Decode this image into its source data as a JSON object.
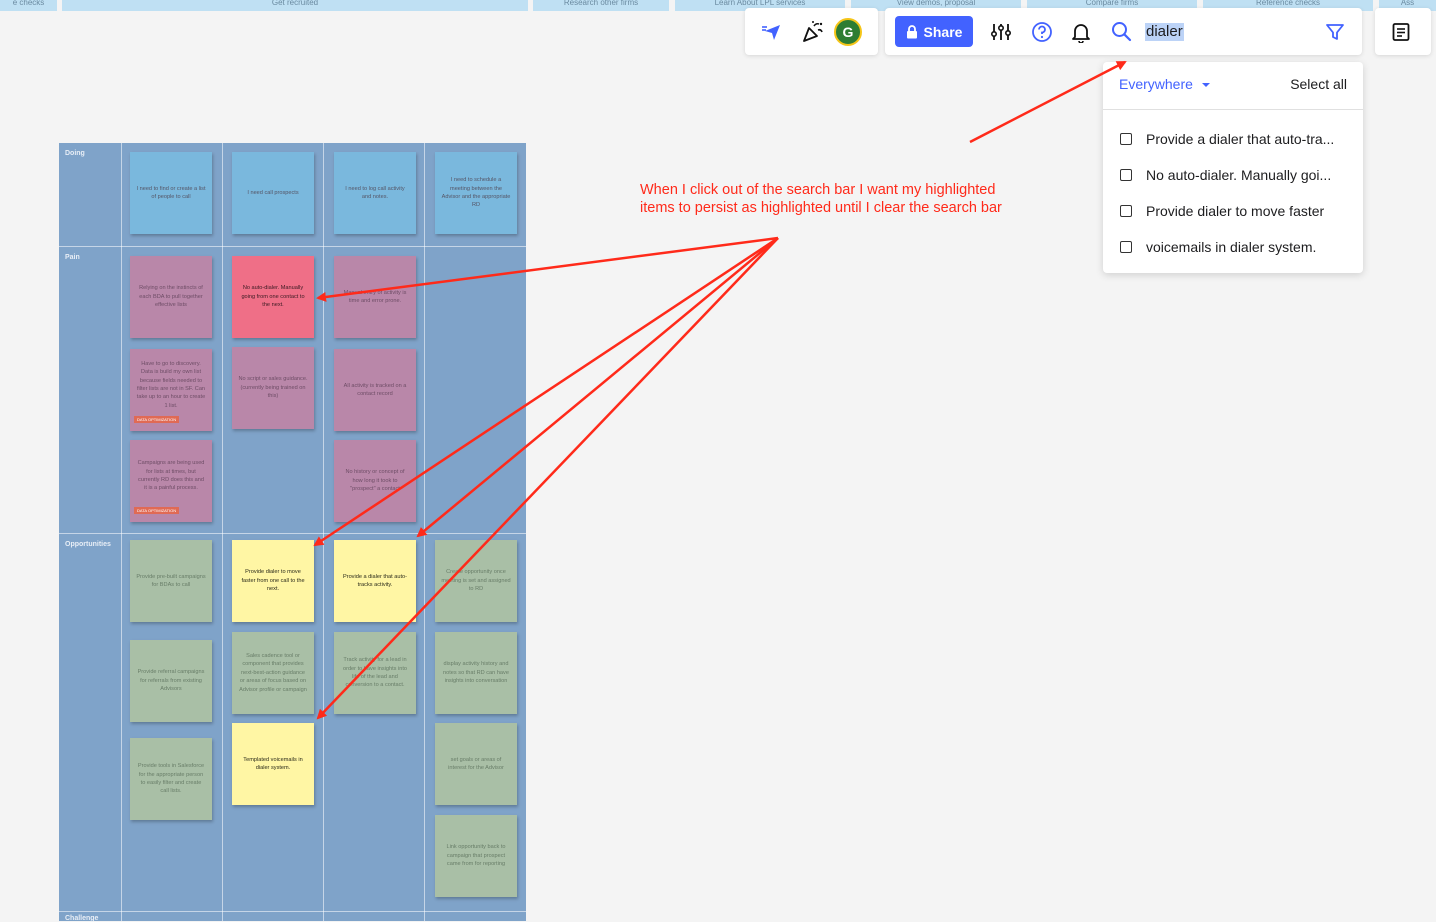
{
  "top_tabs": [
    "e checks",
    "Get recruited",
    "Research other firms",
    "Learn About LPL services",
    "View demos, proposal",
    "Compare firms",
    "Reference checks",
    "Ass"
  ],
  "toolbar": {
    "avatar_initial": "G",
    "share_label": "Share",
    "search_value": "dialer"
  },
  "search_dropdown": {
    "scope_label": "Everywhere",
    "select_all_label": "Select all",
    "results": [
      "Provide a dialer that auto-tra...",
      "No auto-dialer. Manually goi...",
      "Provide dialer to move faster",
      "voicemails in dialer system."
    ]
  },
  "board": {
    "rows": [
      "Doing",
      "Pain",
      "Opportunities",
      "Challenge"
    ],
    "doing": [
      "I need to find or create a list of people to call",
      "I need call prospects",
      "I need to log call activity and notes.",
      "I need to schedule a meeting between the Advisor and the appropriate RD"
    ],
    "pain": [
      "Relying on the instincts of each BDA to pull together effective lists",
      "No auto-dialer. Manually going from one contact to the next.",
      "Manual entry of activity is time and error prone.",
      "Have to go to discovery. Data is build my own list because fields needed to filter lists are not in SF. Can take up to an hour to create 1 list.",
      "No script or sales guidance. (currently being trained on this)",
      "All activity is tracked on a contact record",
      "Campaigns are being used for lists at times, but currently RD does this and it is a painful process.",
      "No history or concept of how long it took to \"prospect\" a contact"
    ],
    "pain_tag": "DATA OPTIMIZATION",
    "opportunities": [
      "Provide pre-built campaigns for BDAs to call",
      "Provide dialer to move faster from one call to the next.",
      "Provide a dialer that auto-tracks activity.",
      "Create opportunity once meeting is set and assigned to RD",
      "Provide referral campaigns for referrals from existing Advisors",
      "Sales cadence tool or component that provides next-best-action guidance or areas of focus based on Advisor profile or campaign",
      "Track activity for a lead in order to have insights into life of the lead and conversion to a contact.",
      "display activity history and notes so that RD can have insights into conversation",
      "Provide tools in Salesforce for the appropriate person to easily filter and create call lists.",
      "Templated voicemails in dialer system.",
      "set goals or areas of interest for the Advisor",
      "Link opportunity back to campaign that prospect came from for reporting"
    ]
  },
  "annotation": {
    "line1": "When I click out of the search bar I want my highlighted",
    "line2": "items to persist as highlighted until I clear the search bar"
  },
  "colors": {
    "accent": "#4262ff",
    "annotation": "#ff2a1a",
    "board": "#7fa3c9",
    "highlight_sticky": "#fff6a4"
  }
}
